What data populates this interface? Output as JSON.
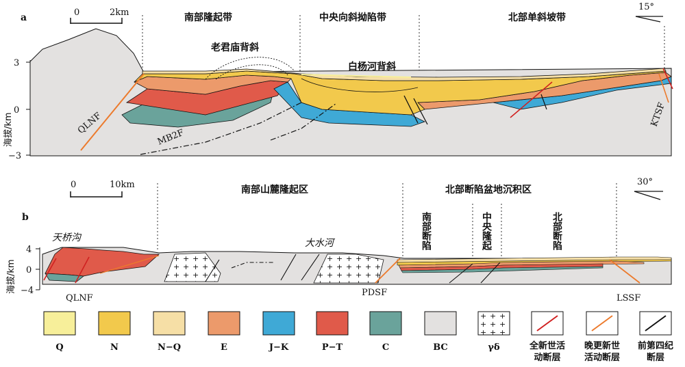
{
  "panel_a": {
    "label": "a",
    "scale": {
      "start": "0",
      "end": "2km"
    },
    "zones": [
      "南部隆起带",
      "中央向斜拗陷带",
      "北部单斜坡带"
    ],
    "structures": [
      "老君庙背斜",
      "白杨河背斜"
    ],
    "faults": [
      "QLNF",
      "MB2F",
      "KTSF"
    ],
    "direction": "15°",
    "y_axis": {
      "label": "海拔/km",
      "ticks": [
        "3",
        "0",
        "−3"
      ]
    }
  },
  "panel_b": {
    "label": "b",
    "scale": {
      "start": "0",
      "end": "10km"
    },
    "zones": [
      "南部山麓隆起区",
      "北部断陷盆地沉积区"
    ],
    "subzones": [
      "南部断陷",
      "中央隆起",
      "北部断陷"
    ],
    "places": [
      "天桥沟",
      "大水河"
    ],
    "faults": [
      "QLNF",
      "PDSF",
      "LSSF"
    ],
    "direction": "30°",
    "y_axis": {
      "label": "海拔/km",
      "ticks": [
        "4",
        "0",
        "−4"
      ]
    }
  },
  "legend": [
    {
      "key": "Q",
      "label": "Q",
      "color": "#f7ef9a"
    },
    {
      "key": "N",
      "label": "N",
      "color": "#f2c94c"
    },
    {
      "key": "NQ",
      "label": "N−Q",
      "color": "#f6dfa6"
    },
    {
      "key": "E",
      "label": "E",
      "color": "#ec9a6b"
    },
    {
      "key": "JK",
      "label": "J−K",
      "color": "#3fa9d6"
    },
    {
      "key": "PT",
      "label": "P−T",
      "color": "#e05a4a"
    },
    {
      "key": "C",
      "label": "C",
      "color": "#6aa39b"
    },
    {
      "key": "BC",
      "label": "BC",
      "color": "#e3e1e0"
    },
    {
      "key": "gd",
      "label": "γδ",
      "color": "#ffffff"
    },
    {
      "key": "holo",
      "label": "全新世活动断层",
      "color": "#d02020"
    },
    {
      "key": "late",
      "label": "晚更新世活动断层",
      "color": "#ec7a2c"
    },
    {
      "key": "preq",
      "label": "前第四纪断层",
      "color": "#111111"
    }
  ]
}
